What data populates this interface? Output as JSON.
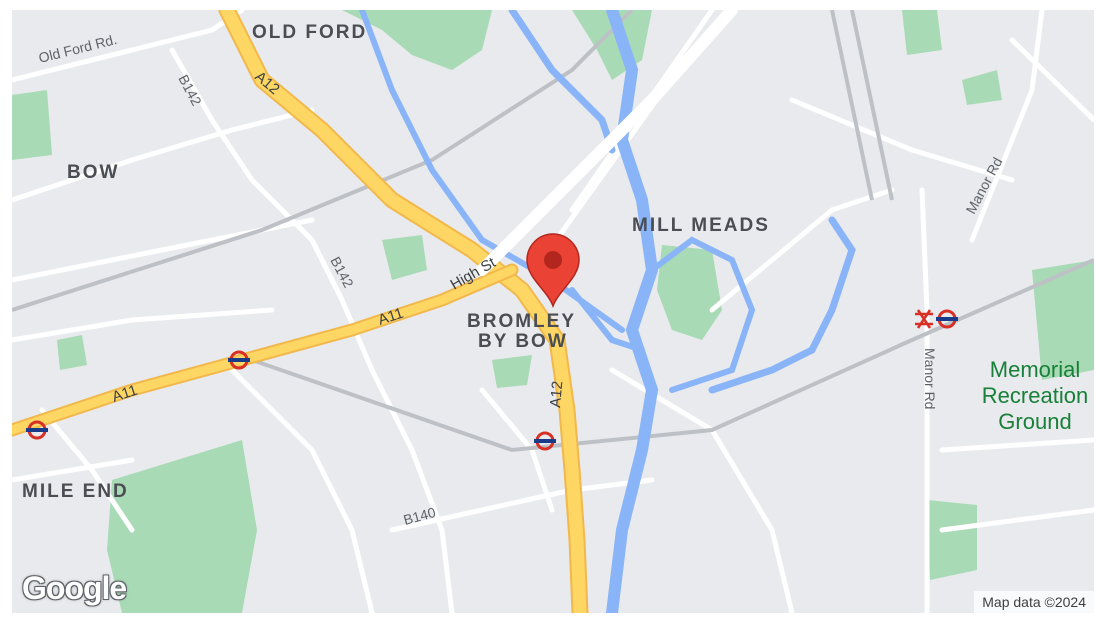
{
  "map": {
    "areas": {
      "old_ford": "OLD FORD",
      "bow": "BOW",
      "mill_meads": "MILL MEADS",
      "bromley_line1": "BROMLEY",
      "bromley_line2": "BY BOW",
      "mile_end": "MILE END"
    },
    "roads": {
      "old_ford_rd": "Old Ford Rd.",
      "b142_north": "B142",
      "b142_south": "B142",
      "a12_north": "A12",
      "a12_south": "A12",
      "a11_east": "A11",
      "a11_west": "A11",
      "high_st": "High St",
      "b140": "B140",
      "manor_rd_north": "Manor Rd",
      "manor_rd_south": "Manor Rd"
    },
    "park_label": [
      "Memorial",
      "Recreation",
      "Ground"
    ],
    "marker_icon": "map-pin-icon",
    "station_icon": "underground-roundel-icon",
    "rail_icon": "national-rail-icon",
    "colors": {
      "land": "#e8eaed",
      "road": "#ffffff",
      "major_road": "#fdd663",
      "major_road_edge": "#f2b84b",
      "water": "#8ab4f8",
      "park": "#a8dab5",
      "marker": "#ea4335",
      "roundel": "#d93025"
    }
  },
  "logo": "Google",
  "attribution": "Map data ©2024"
}
